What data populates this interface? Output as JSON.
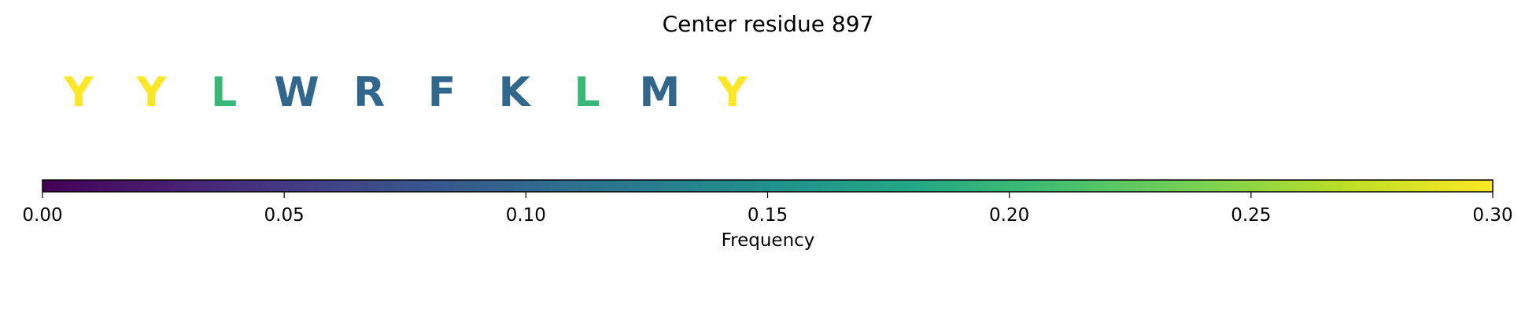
{
  "chart_data": {
    "type": "sequence-logo",
    "title": "Center residue 897",
    "residues": [
      {
        "letter": "Y",
        "value": 0.3
      },
      {
        "letter": "Y",
        "value": 0.3
      },
      {
        "letter": "L",
        "value": 0.2
      },
      {
        "letter": "W",
        "value": 0.1
      },
      {
        "letter": "R",
        "value": 0.1
      },
      {
        "letter": "F",
        "value": 0.1
      },
      {
        "letter": "K",
        "value": 0.1
      },
      {
        "letter": "L",
        "value": 0.2
      },
      {
        "letter": "M",
        "value": 0.1
      },
      {
        "letter": "Y",
        "value": 0.3
      }
    ],
    "colorbar": {
      "label": "Frequency",
      "colormap": "viridis",
      "range": [
        0.0,
        0.3
      ],
      "ticks": [
        0.0,
        0.05,
        0.1,
        0.15,
        0.2,
        0.25,
        0.3
      ],
      "tick_labels": [
        "0.00",
        "0.05",
        "0.10",
        "0.15",
        "0.20",
        "0.25",
        "0.30"
      ]
    }
  }
}
